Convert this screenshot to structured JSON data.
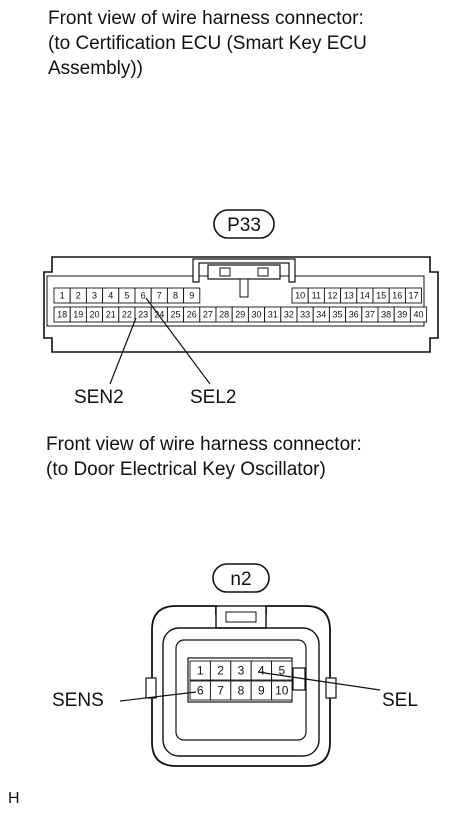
{
  "caption1": {
    "line1": "Front view of wire harness connector:",
    "line2": "(to Certification ECU (Smart Key ECU",
    "line3": "Assembly))"
  },
  "connector1": {
    "code": "P33",
    "top_left_pins": [
      "1",
      "2",
      "3",
      "4",
      "5",
      "6",
      "7",
      "8",
      "9"
    ],
    "top_right_pins": [
      "10",
      "11",
      "12",
      "13",
      "14",
      "15",
      "16",
      "17"
    ],
    "bottom_pins": [
      "18",
      "19",
      "20",
      "21",
      "22",
      "23",
      "24",
      "25",
      "26",
      "27",
      "28",
      "29",
      "30",
      "31",
      "32",
      "33",
      "34",
      "35",
      "36",
      "37",
      "38",
      "39",
      "40"
    ],
    "label_left": "SEN2",
    "label_right": "SEL2"
  },
  "caption2": {
    "line1": "Front view of wire harness connector:",
    "line2": "(to Door Electrical Key Oscillator)"
  },
  "connector2": {
    "code": "n2",
    "top_pins": [
      "1",
      "2",
      "3",
      "4",
      "5"
    ],
    "bottom_pins": [
      "6",
      "7",
      "8",
      "9",
      "10"
    ],
    "label_left": "SENS",
    "label_right": "SEL"
  },
  "footer": {
    "letter": "H"
  }
}
